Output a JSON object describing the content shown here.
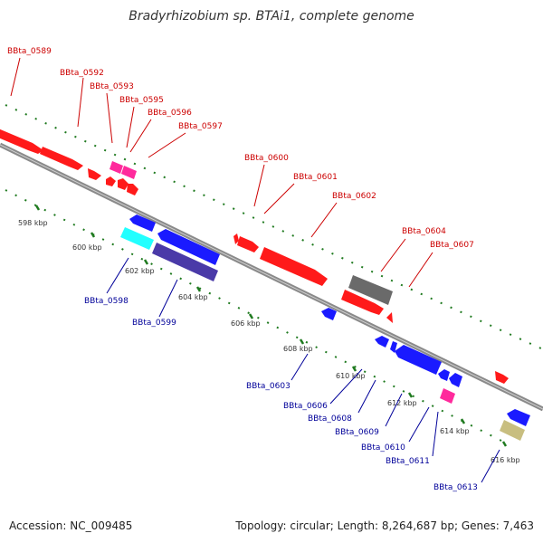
{
  "title": "Bradyrhizobium sp. BTAi1, complete genome",
  "footer": {
    "accession": "Accession: NC_009485",
    "topology": "Topology: circular; Length: 8,264,687 bp; Genes: 7,463"
  },
  "colors": {
    "forward_label": "#cc0000",
    "reverse_label": "#000099",
    "red": "#ff1a1a",
    "blue": "#1a1aff",
    "pink": "#ff2a9c",
    "cyan": "#22ffff",
    "navy": "#4a3aa8",
    "gray": "#6a6a6a",
    "khaki": "#c8be80",
    "tick": "#1f7a1f",
    "backbone": "#8a8a8a"
  },
  "ticks": [
    "598 kbp",
    "600 kbp",
    "602 kbp",
    "604 kbp",
    "606 kbp",
    "608 kbp",
    "610 kbp",
    "612 kbp",
    "614 kbp",
    "616 kbp"
  ],
  "forward_labels": [
    "BBta_0589",
    "BBta_0592",
    "BBta_0593",
    "BBta_0595",
    "BBta_0596",
    "BBta_0597",
    "BBta_0600",
    "BBta_0601",
    "BBta_0602",
    "BBta_0604",
    "BBta_0607"
  ],
  "reverse_labels": [
    "BBta_0598",
    "BBta_0599",
    "BBta_0603",
    "BBta_0606",
    "BBta_0608",
    "BBta_0609",
    "BBta_0610",
    "BBta_0611",
    "BBta_0613"
  ]
}
